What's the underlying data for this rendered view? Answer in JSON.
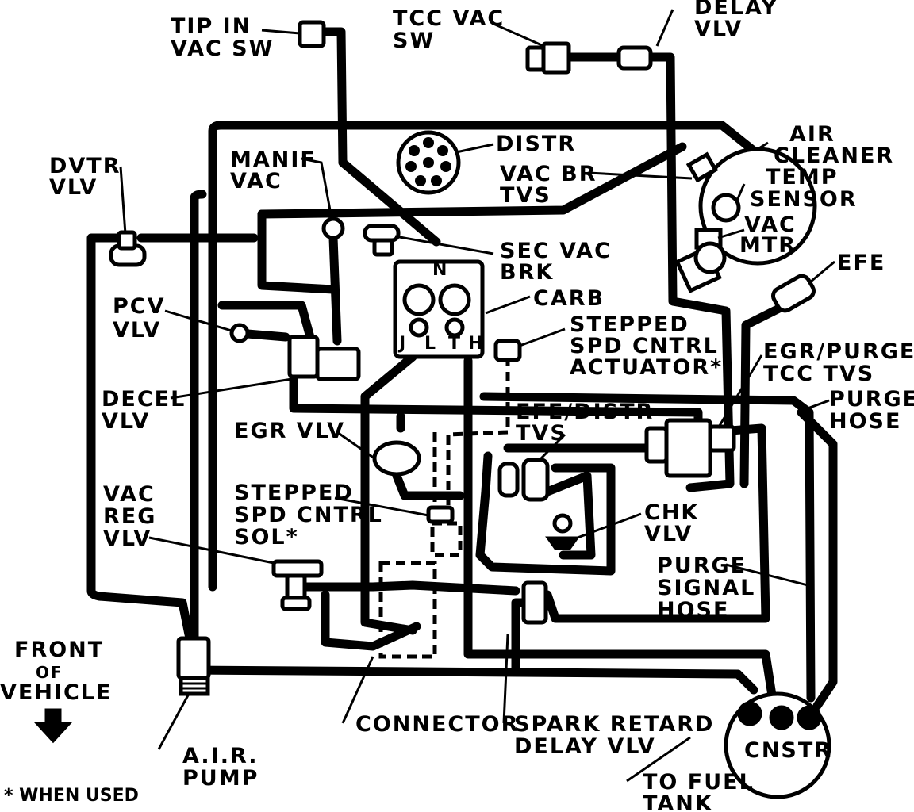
{
  "labels": {
    "tip_in_vac_sw": [
      "TIP IN",
      "VAC SW"
    ],
    "tcc_vac_sw": [
      "TCC VAC",
      "SW"
    ],
    "delay_vlv": [
      "DELAY",
      "VLV"
    ],
    "distr": [
      "DISTR"
    ],
    "air_cleaner": [
      "AIR",
      "CLEANER"
    ],
    "temp_sensor": [
      "TEMP",
      "SENSOR"
    ],
    "vac_br_tvs": [
      "VAC BR",
      "TVS"
    ],
    "vac_mtr": [
      "VAC",
      "MTR"
    ],
    "dvtr_vlv": [
      "DVTR",
      "VLV"
    ],
    "manif_vac": [
      "MANIF",
      "VAC"
    ],
    "sec_vac_brk": [
      "SEC VAC",
      "BRK"
    ],
    "efe": [
      "EFE"
    ],
    "carb": [
      "CARB"
    ],
    "pcv_vlv": [
      "PCV",
      "VLV"
    ],
    "stepped_spd_cntrl_actuator": [
      "STEPPED",
      "SPD CNTRL",
      "ACTUATOR*"
    ],
    "egr_purge_tcc_tvs": [
      "EGR/PURGE/",
      "TCC TVS"
    ],
    "decel_vlv": [
      "DECEL",
      "VLV"
    ],
    "purge_hose": [
      "PURGE",
      "HOSE"
    ],
    "egr_vlv": [
      "EGR VLV"
    ],
    "efe_distr_tvs": [
      "EFE/DISTR",
      "TVS"
    ],
    "vac_reg_vlv": [
      "VAC",
      "REG",
      "VLV"
    ],
    "stepped_spd_cntrl_sol": [
      "STEPPED",
      "SPD CNTRL",
      "SOL*"
    ],
    "chk_vlv": [
      "CHK",
      "VLV"
    ],
    "purge_signal_hose": [
      "PURGE",
      "SIGNAL",
      "HOSE"
    ],
    "front_of_vehicle": [
      "FRONT",
      "OF",
      "VEHICLE"
    ],
    "connector": [
      "CONNECTOR"
    ],
    "spark_retard_delay_vlv": [
      "SPARK RETARD",
      "DELAY VLV"
    ],
    "air_pump": [
      "A.I.R.",
      "PUMP"
    ],
    "cnstr": [
      "CNSTR"
    ],
    "to_fuel_tank": [
      "TO FUEL",
      "TANK"
    ],
    "footnote": [
      "* WHEN USED"
    ]
  },
  "carb_ports": [
    "N",
    "J",
    "L",
    "T",
    "H"
  ]
}
